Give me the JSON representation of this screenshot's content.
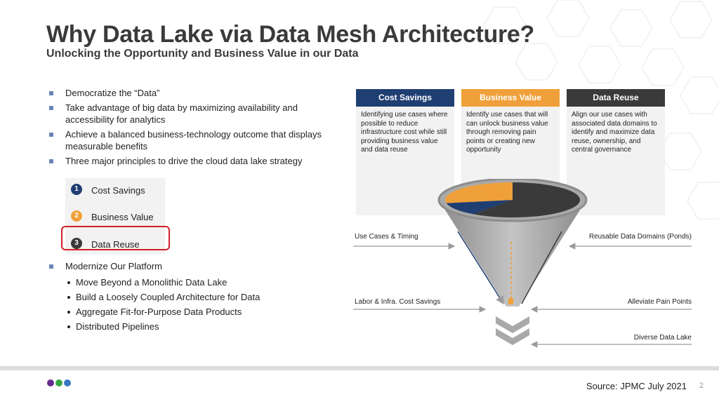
{
  "title": "Why Data Lake via Data Mesh Architecture?",
  "subtitle": "Unlocking the Opportunity and Business Value in our Data",
  "bullets": [
    {
      "text": "Democratize the “Data”"
    },
    {
      "text": "Take advantage of big data by maximizing availability and accessibility for analytics"
    },
    {
      "text": "Achieve a balanced business-technology outcome that displays measurable benefits"
    },
    {
      "text": "Three major principles to drive the cloud data lake strategy"
    }
  ],
  "principles": [
    {
      "num": "1",
      "label": "Cost Savings",
      "color": "#1f3e72"
    },
    {
      "num": "2",
      "label": "Business Value",
      "color": "#f0a03a"
    },
    {
      "num": "3",
      "label": "Data Reuse",
      "color": "#3a3a3a"
    }
  ],
  "modernize": {
    "heading": "Modernize Our Platform",
    "items": [
      "Move Beyond a Monolithic Data Lake",
      "Build a Loosely Coupled Architecture for Data",
      "Aggregate Fit-for-Purpose Data Products",
      "Distributed Pipelines"
    ]
  },
  "columns": [
    {
      "head": "Cost Savings",
      "color": "#1f3e72",
      "body": "Identifying use cases where possible to reduce infrastructure cost while still providing business value and data reuse"
    },
    {
      "head": "Business Value",
      "color": "#f0a03a",
      "body": "Identify use cases that will can unlock business value through removing pain points or creating new opportunity"
    },
    {
      "head": "Data Reuse",
      "color": "#3a3a3a",
      "body": "Align our use cases with associated data domains to identify and maximize data reuse, ownership, and central governance"
    }
  ],
  "funnel": {
    "left_labels": [
      "Use Cases & Timing",
      "Labor & Infra. Cost Savings"
    ],
    "right_labels": [
      "Reusable Data Domains (Ponds)",
      "Alleviate Pain Points",
      "Diverse Data Lake"
    ],
    "pie": [
      {
        "name": "Cost Savings",
        "share": 0.12,
        "color": "#1f3e72"
      },
      {
        "name": "Business Value",
        "share": 0.28,
        "color": "#f0a03a"
      },
      {
        "name": "Data Reuse",
        "share": 0.6,
        "color": "#3a3a3a"
      }
    ]
  },
  "footer": {
    "source": "Source: JPMC July 2021",
    "page": "2",
    "dot_colors": [
      "#6a2c91",
      "#3aa845",
      "#3a78c4"
    ]
  }
}
